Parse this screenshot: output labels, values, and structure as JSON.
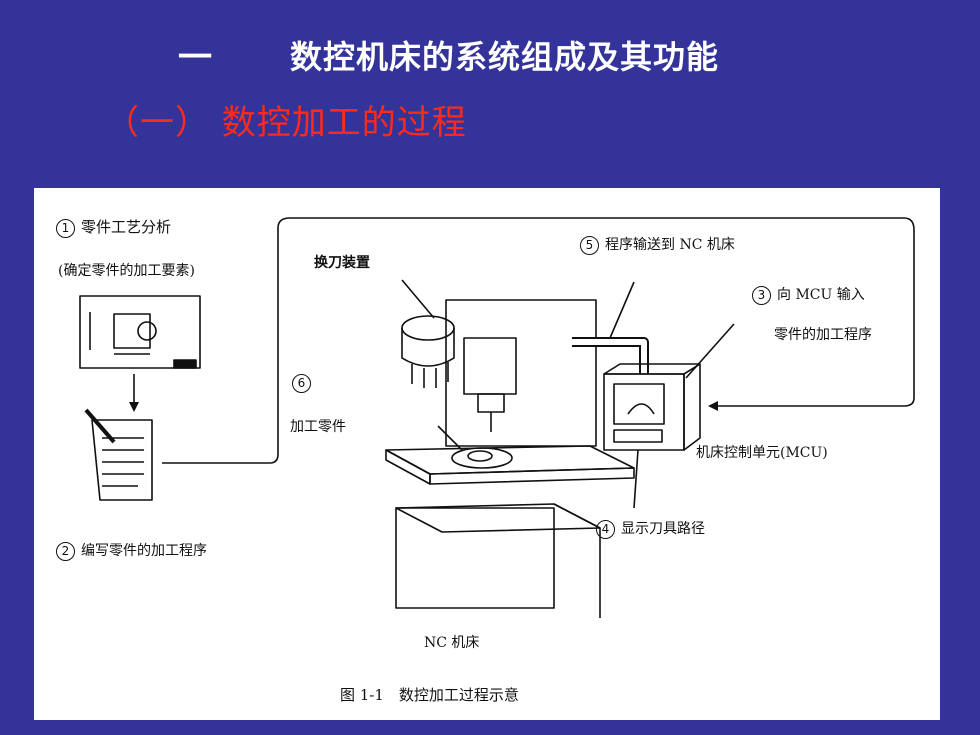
{
  "title": {
    "number": "一",
    "text": "数控机床的系统组成及其功能"
  },
  "subtitle": "（一） 数控加工的过程",
  "figure": {
    "step1": {
      "num": "1",
      "text": "零件工艺分析",
      "sub": "(确定零件的加工要素)"
    },
    "step2": {
      "num": "2",
      "text": "编写零件的加工程序"
    },
    "step3": {
      "num": "3",
      "text": "向 MCU 输入",
      "sub": "零件的加工程序"
    },
    "step4": {
      "num": "4",
      "text": "显示刀具路径"
    },
    "step5": {
      "num": "5",
      "text": "程序输送到 NC 机床"
    },
    "step6": {
      "num": "6",
      "text": "加工零件"
    },
    "tool_changer_label": "换刀装置",
    "mcu_label": "机床控制单元(MCU)",
    "machine_label": "NC 机床",
    "caption": "图 1-1　数控加工过程示意"
  }
}
